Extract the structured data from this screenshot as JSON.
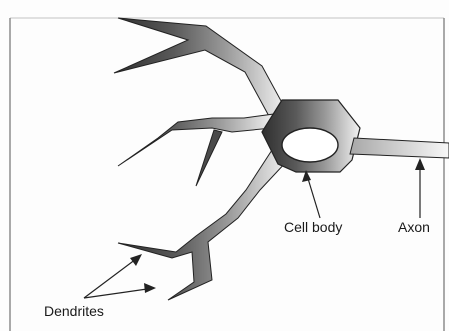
{
  "labels": {
    "cell_body": "Cell body",
    "axon": "Axon",
    "dendrites": "Dendrites"
  },
  "colors": {
    "neuron_dark": "#3d3d3d",
    "neuron_light": "#e6e6e6",
    "outline": "#222222",
    "background": "#fdfdfd"
  }
}
